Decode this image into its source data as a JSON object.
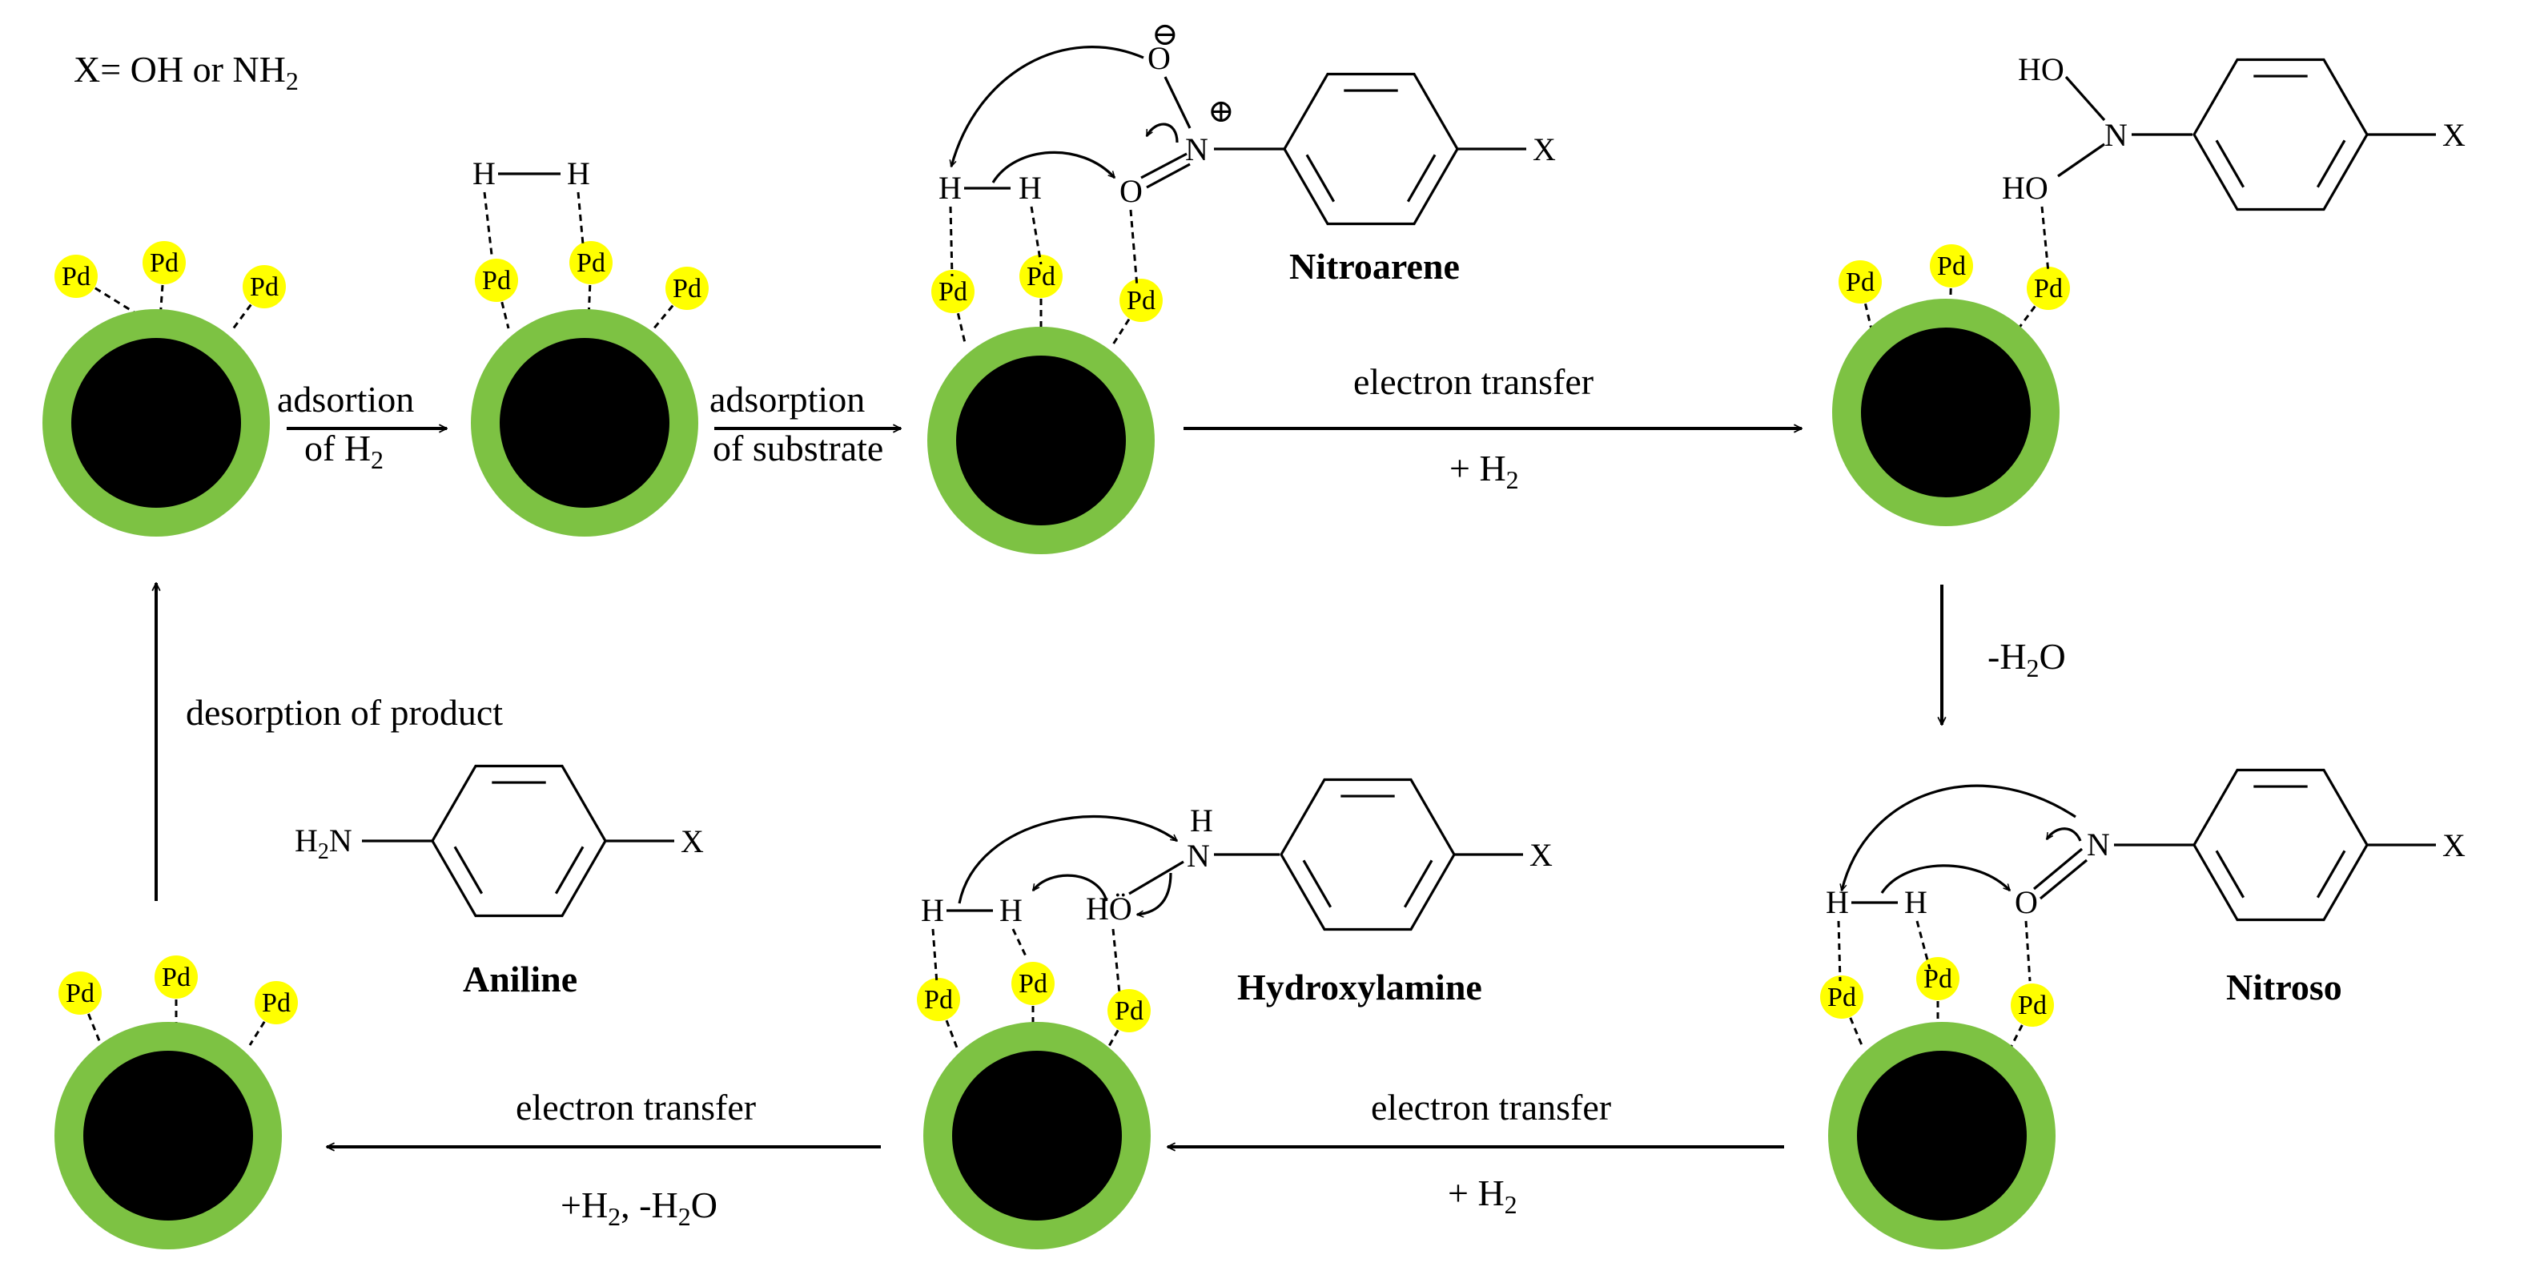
{
  "legend": {
    "prefix": "X= OH or NH",
    "sub": "2"
  },
  "pd_label": "Pd",
  "steps": {
    "adsorption_h2": {
      "line1": "adsortion",
      "line2_pre": "of H",
      "line2_sub": "2"
    },
    "adsorption_substrate": {
      "line1": "adsorption",
      "line2": "of substrate"
    },
    "electron_transfer_1": {
      "label": "electron transfer",
      "reagent_pre": "+ H",
      "reagent_sub": "2"
    },
    "dehydration": {
      "pre": "-H",
      "sub": "2",
      "post": "O"
    },
    "electron_transfer_2": {
      "label": "electron transfer",
      "reagent_pre": "+ H",
      "reagent_sub": "2"
    },
    "electron_transfer_3": {
      "label": "electron transfer",
      "reagent_a": "+H",
      "reagent_a_sub": "2",
      "reagent_b": ", -H",
      "reagent_b_sub": "2",
      "reagent_b_post": "O"
    },
    "desorption": {
      "label": "desorption of product"
    }
  },
  "compounds": {
    "nitroarene": "Nitroarene",
    "nitroso": "Nitroso",
    "hydroxylamine": "Hydroxylamine",
    "aniline": "Aniline"
  },
  "atoms": {
    "H": "H",
    "N": "N",
    "O": "O",
    "X": "X",
    "HO": "HO",
    "HO_upper": "HO",
    "HOdot": "HÖ",
    "H2N_pre": "H",
    "H2N_sub": "2",
    "H2N_post": "N",
    "minus": "⊖",
    "plus": "⊕"
  },
  "colors": {
    "core": "#000000",
    "shell": "#7dc243",
    "pd": "#ffff00"
  }
}
